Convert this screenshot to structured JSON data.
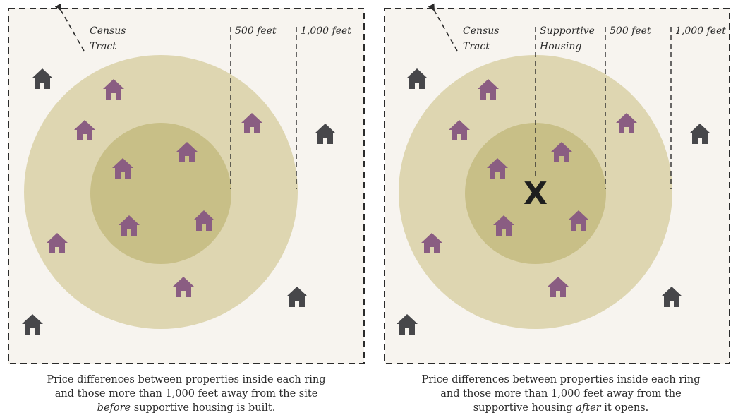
{
  "colors": {
    "panel_bg": "#f7f4ef",
    "outer_ring": "#ded6b1",
    "inner_ring": "#c8bf87",
    "house_near": "#8a5d82",
    "house_far": "#47474a",
    "dash": "#2b2b2b",
    "site_marker": "#1e1e1e"
  },
  "left_panel": {
    "labels": {
      "tract_1": "Census",
      "tract_2": "Tract",
      "ring_500": "500 feet",
      "ring_1000": "1,000 feet"
    },
    "caption": {
      "line1": "Price differences between properties inside each ring",
      "line2": "and those more than 1,000 feet away from the site",
      "line3_em": "before",
      "line3_rest": " supportive housing is built."
    }
  },
  "right_panel": {
    "labels": {
      "tract_1": "Census",
      "tract_2": "Tract",
      "site_1": "Supportive",
      "site_2": "Housing",
      "ring_500": "500 feet",
      "ring_1000": "1,000 feet"
    },
    "site_marker": "X",
    "caption": {
      "line1": "Price differences between properties inside each ring",
      "line2": "and those more than 1,000 feet away from the",
      "line3_pre": "supportive housing ",
      "line3_em": "after",
      "line3_rest": " it opens."
    }
  },
  "icons": {
    "house": "house-icon",
    "arrow": "arrow-up-left-icon"
  }
}
